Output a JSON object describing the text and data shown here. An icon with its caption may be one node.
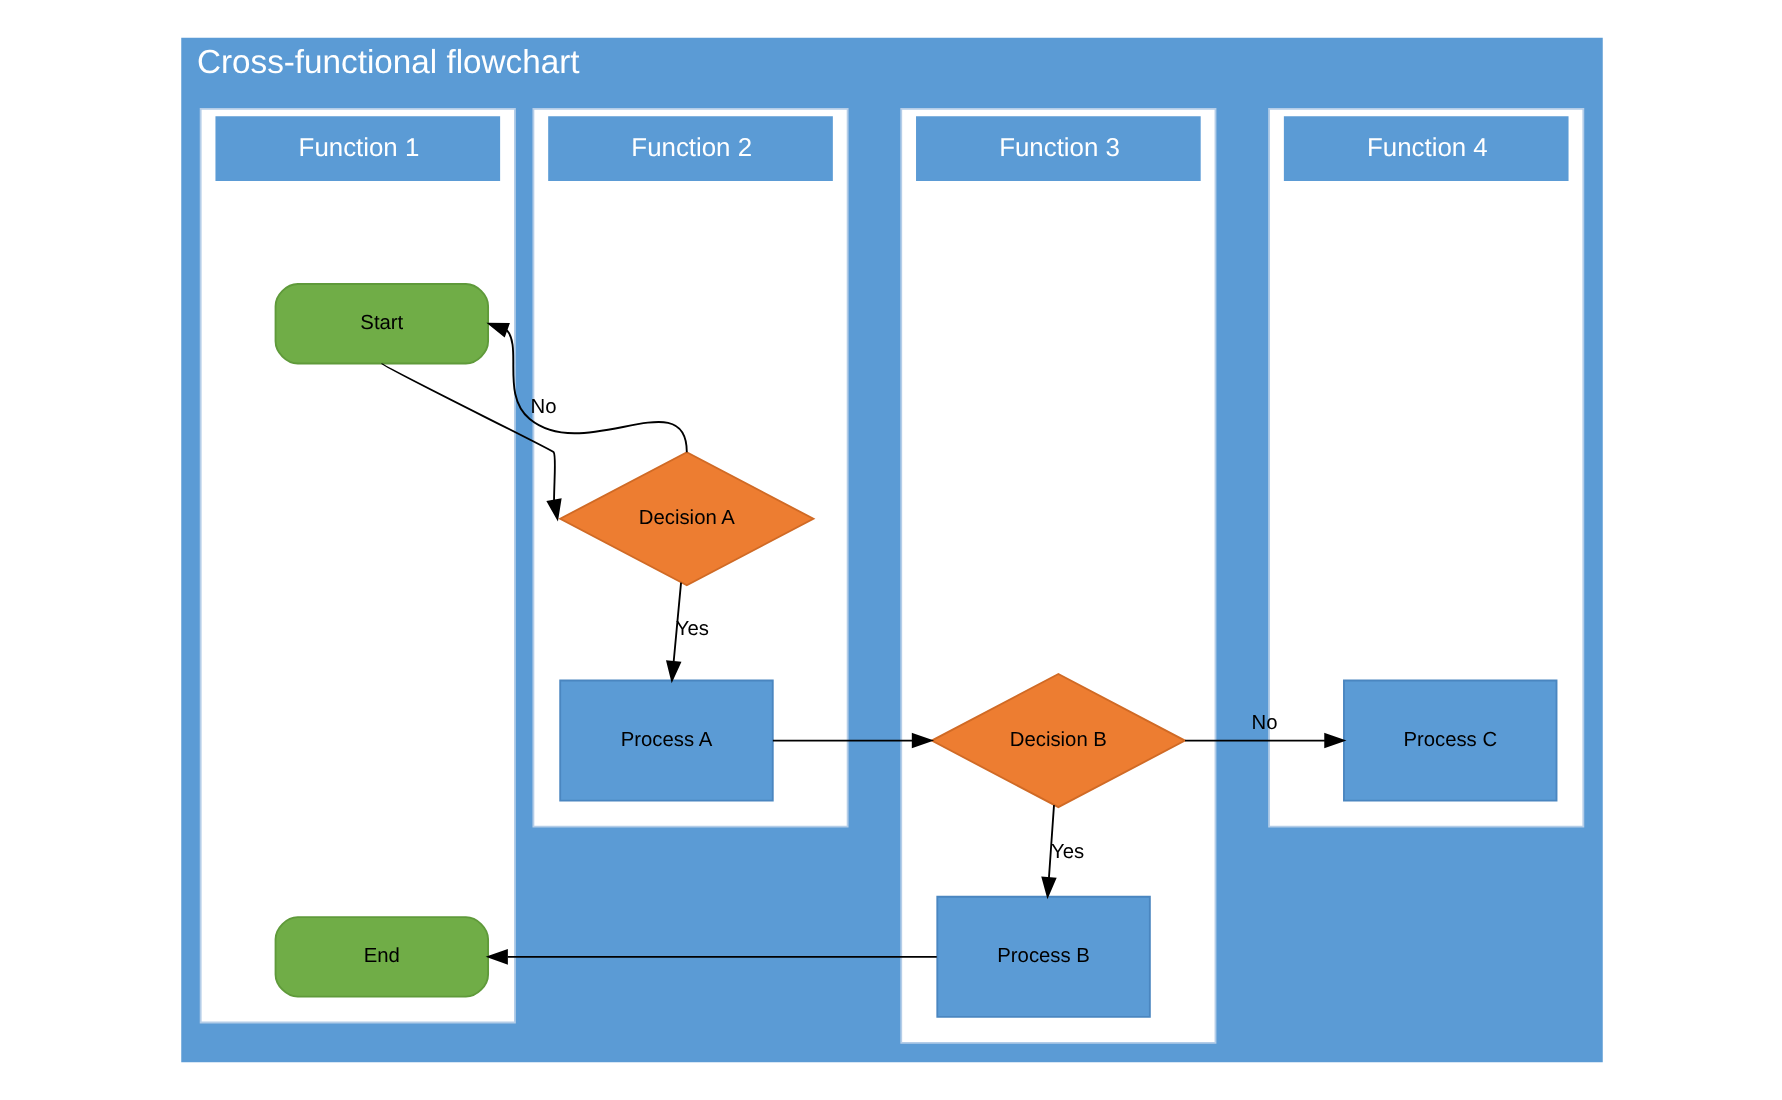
{
  "diagram": {
    "nodes": [
      {
        "text": [
          "Cross-functional flowchart"
        ]
      },
      {
        "text": [
          "Function 1"
        ],
        "in": 0
      },
      {
        "text": [
          "Function 2"
        ],
        "in": 0
      },
      {
        "text": [
          "Function 3"
        ],
        "in": 0
      },
      {
        "text": [
          "Function 4"
        ],
        "in": 0
      },
      {
        "text": [
          "Start"
        ],
        "in": 1
      },
      {
        "text": [
          "Decision A"
        ],
        "in": 2
      },
      {
        "text": [
          "Process A"
        ],
        "in": 2
      },
      {
        "text": [
          "Decision B"
        ],
        "in": 3
      },
      {
        "text": [
          "Process C"
        ],
        "in": 4
      },
      {
        "text": [
          "End"
        ],
        "in": 1
      },
      {
        "text": [
          "Process B"
        ],
        "in": 3
      }
    ],
    "edges": [
      {
        "from": 5,
        "to": 6,
        "arrow": "to"
      },
      {
        "from": 6,
        "to": 5,
        "arrow": "to",
        "label": "No"
      },
      {
        "from": 6,
        "to": 7,
        "arrow": "to",
        "label": "Yes"
      },
      {
        "from": 7,
        "to": 8,
        "arrow": "to"
      },
      {
        "from": 8,
        "to": 9,
        "arrow": "to",
        "label": "No"
      },
      {
        "from": 8,
        "to": 11,
        "arrow": "to",
        "label": "Yes"
      },
      {
        "from": 11,
        "to": 10,
        "arrow": "to"
      }
    ]
  }
}
